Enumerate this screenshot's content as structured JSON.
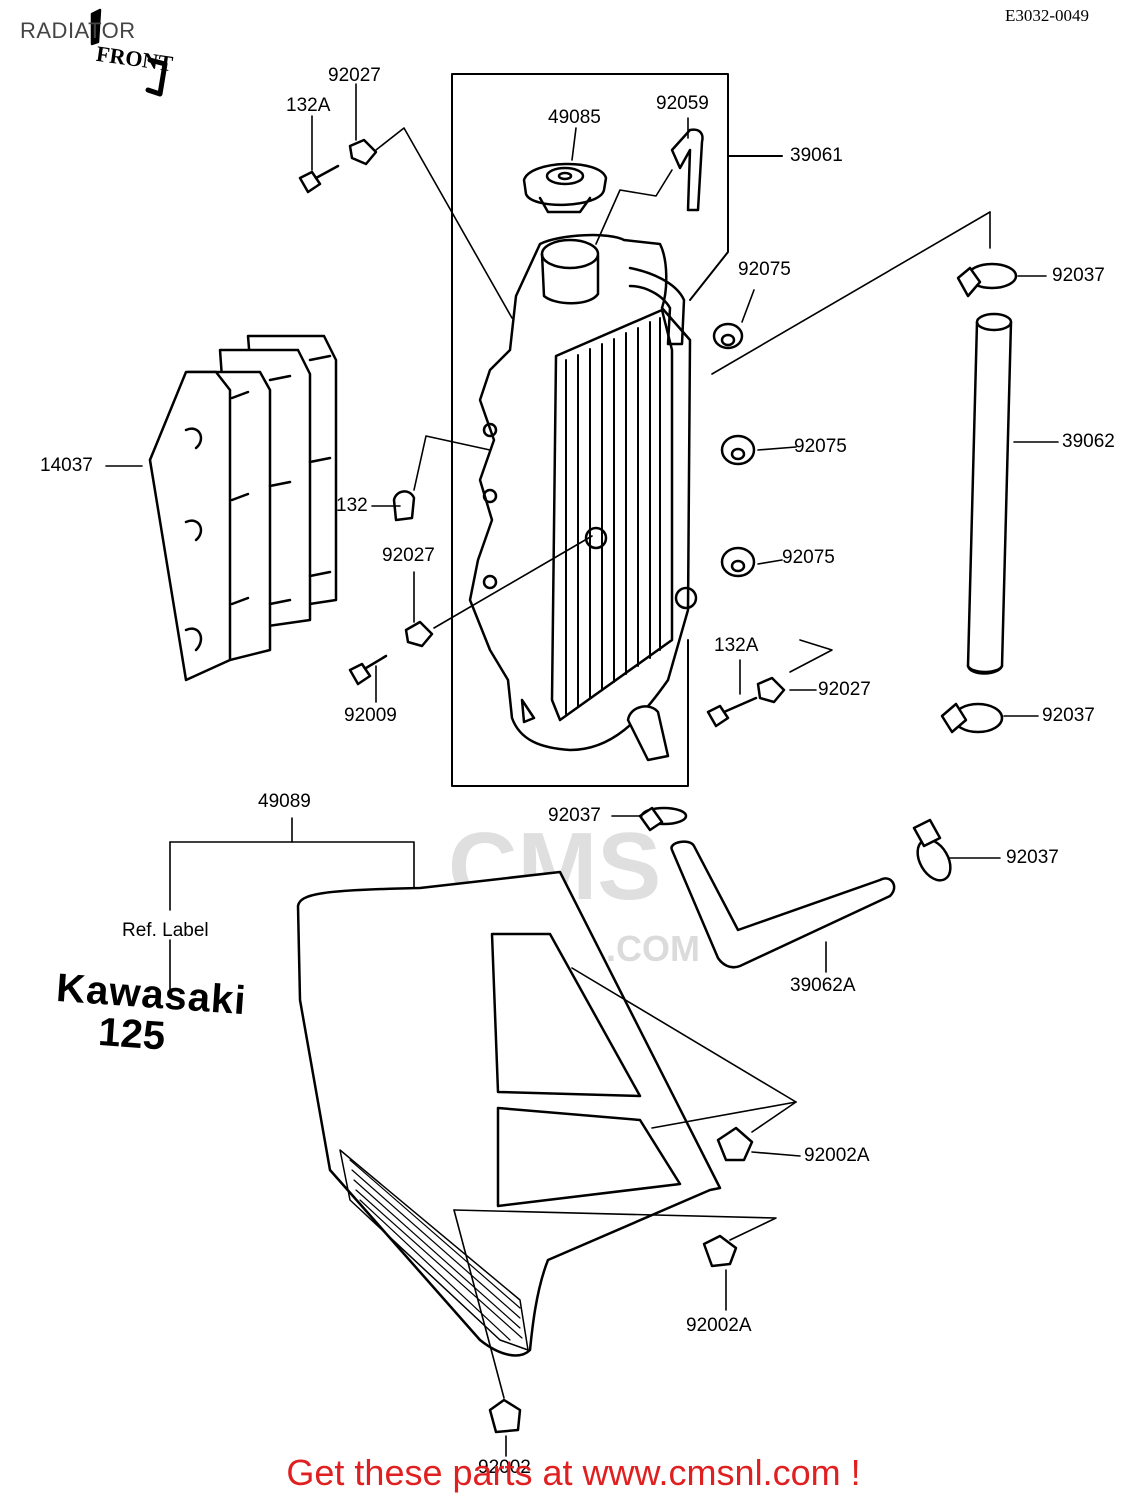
{
  "header": {
    "title": "RADIATOR",
    "ref_code": "E3032-0049"
  },
  "front_marker": "FRONT",
  "labels": {
    "p92027_a": "92027",
    "p132A_a": "132A",
    "p49085": "49085",
    "p92059": "92059",
    "p39061": "39061",
    "p92075_a": "92075",
    "p92037_a": "92037",
    "p14037": "14037",
    "p92075_b": "92075",
    "p39062": "39062",
    "p132": "132",
    "p92027_b": "92027",
    "p92075_c": "92075",
    "p132A_b": "132A",
    "p92027_c": "92027",
    "p92009": "92009",
    "p92037_b": "92037",
    "p49089": "49089",
    "p92037_c": "92037",
    "p92037_d": "92037",
    "p39062A": "39062A",
    "p92002A_a": "92002A",
    "p92002A_b": "92002A",
    "p92002": "92002"
  },
  "ref_label": "Ref. Label",
  "brand": {
    "name": "Kawasaki",
    "model": "125"
  },
  "watermark": {
    "logo": "CMS",
    "url": "WWW.CMSNL.COM"
  },
  "footer": {
    "cta": "Get these parts at www.cmsnl.com !"
  },
  "colors": {
    "cta": "#e02020",
    "watermark": "#d8d8d8",
    "line": "#000000"
  }
}
